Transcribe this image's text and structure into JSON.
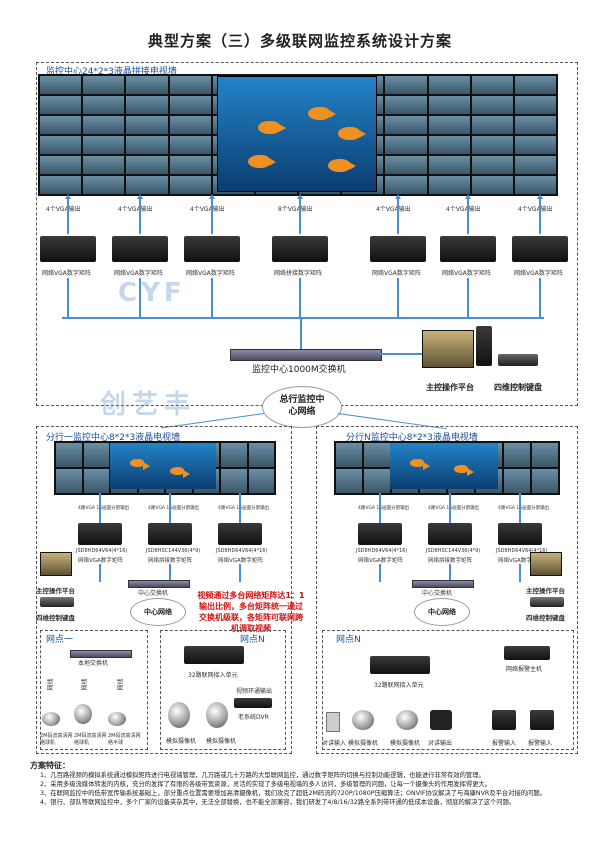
{
  "title": "典型方案（三）多级联网监控系统设计方案",
  "main_center": {
    "label": "监控中心24*2*3液晶拼接电视墙",
    "vga_outputs": [
      "4个VGA输出",
      "4个VGA输出",
      "4个VGA输出",
      "8个VGA输出",
      "4个VGA输出",
      "4个VGA输出",
      "4个VGA输出"
    ],
    "matrices": [
      "网络VGA数字矩阵",
      "网络VGA数字矩阵",
      "网络VGA数字矩阵",
      "网络拼接数字矩阵",
      "网络VGA数字矩阵",
      "网络VGA数字矩阵",
      "网络VGA数字矩阵"
    ],
    "switch_label": "监控中心1000M交换机",
    "console_label": "主控操作平台",
    "keyboard_label": "四维控制键盘"
  },
  "watermark": {
    "logo": "CYF",
    "name": "创艺丰"
  },
  "hub_label": "总行监控中心网络",
  "branch_left": {
    "label": "分行一监控中心8*2*3液晶电视墙",
    "outputs": [
      "4路VGA 16画面分割输出",
      "4路VGA 16画面分割输出",
      "4路VGA 16画面分割输出"
    ],
    "matrices": [
      {
        "model": "JSD8HD64V64(4*16)",
        "type": "网络VGA数字矩阵"
      },
      {
        "model": "JSD8HSC144V36(4*9)",
        "type": "网络拼接数字矩阵"
      },
      {
        "model": "JSD8HD64V64(4*16)",
        "type": "网络VGA数字矩阵"
      }
    ],
    "console_label": "主控操作平台",
    "keyboard_label": "四维控制键盘",
    "switch_label": "中心交换机",
    "net_label": "中心网络",
    "site1": {
      "label": "网点一",
      "switch_label": "本地交换机",
      "links": [
        "网线",
        "网线",
        "网线"
      ],
      "cams": [
        "2M码流高清网络球机",
        "2M码流高清网络球机",
        "2M码流高清网络半球"
      ]
    },
    "siteN": {
      "label": "网点N",
      "encoder_label": "32路联网接入单元",
      "dvr_link": "视频环通输出",
      "dvr_label": "老系统DVR",
      "cams": [
        "模拟摄像机",
        "模拟摄像机"
      ]
    }
  },
  "red_note": "视频通过多台网络矩阵达1：1输出比例，多台矩阵统一通过交换机级联，各矩阵可联网跨机调取视频",
  "branch_right": {
    "label": "分行N监控中心8*2*3液晶电视墙",
    "outputs": [
      "4路VGA 16画面分割输出",
      "4路VGA 16画面分割输出",
      "4路VGA 16画面分割输出"
    ],
    "matrices": [
      {
        "model": "JSD8HD64V64(4*16)",
        "type": "网络VGA数字矩阵"
      },
      {
        "model": "JSD8HSC144V36(4*9)",
        "type": "网络拼接数字矩阵"
      },
      {
        "model": "JSD8HD64V64(4*16)",
        "type": "网络VGA数字矩阵"
      }
    ],
    "console_label": "主控操作平台",
    "keyboard_label": "四维控制键盘",
    "switch_label": "中心交换机",
    "net_label": "中心网络",
    "siteN": {
      "label": "网点N",
      "encoder_label": "32路联网接入单元",
      "alarm_host": "网络报警主机",
      "devices": [
        "对讲输入",
        "模拟摄像机",
        "模拟摄像机",
        "对讲输出"
      ],
      "alarm_devices": [
        "报警输入",
        "报警输入"
      ]
    }
  },
  "notes": {
    "heading": "方案特征：",
    "items": [
      "1、几百路视频的模拟系统通过模拟矩阵进行电视墙管理，几万路或几十万路的大型联网监控，通过数字矩阵的切换与控制功能逻辑，也能进行非常有效的管理。",
      "2、采用多级流媒体转发的内核，充分的发挥了有限的各级带宽资源，灵活的实现了多级电视墙的多人访问，多级管理的问题，让每一个摄像头的作用发挥得更大。",
      "3、在联网监控中的低带宽传输系统基础上，部分重点位置需要增加高清摄像机，我们攻克了超低2M码流的720P/1080P压缩算法；ONVIF协议解决了与海康NVR及平台对接的问题。",
      "4、银行、部队等联网监控中，多个厂家的设备夹杂其中，无法全部替换，也不能全部兼容，我们研发了4/8/16/32路全系列带环通的低成本设备，彻底的解决了这个问题。"
    ]
  }
}
